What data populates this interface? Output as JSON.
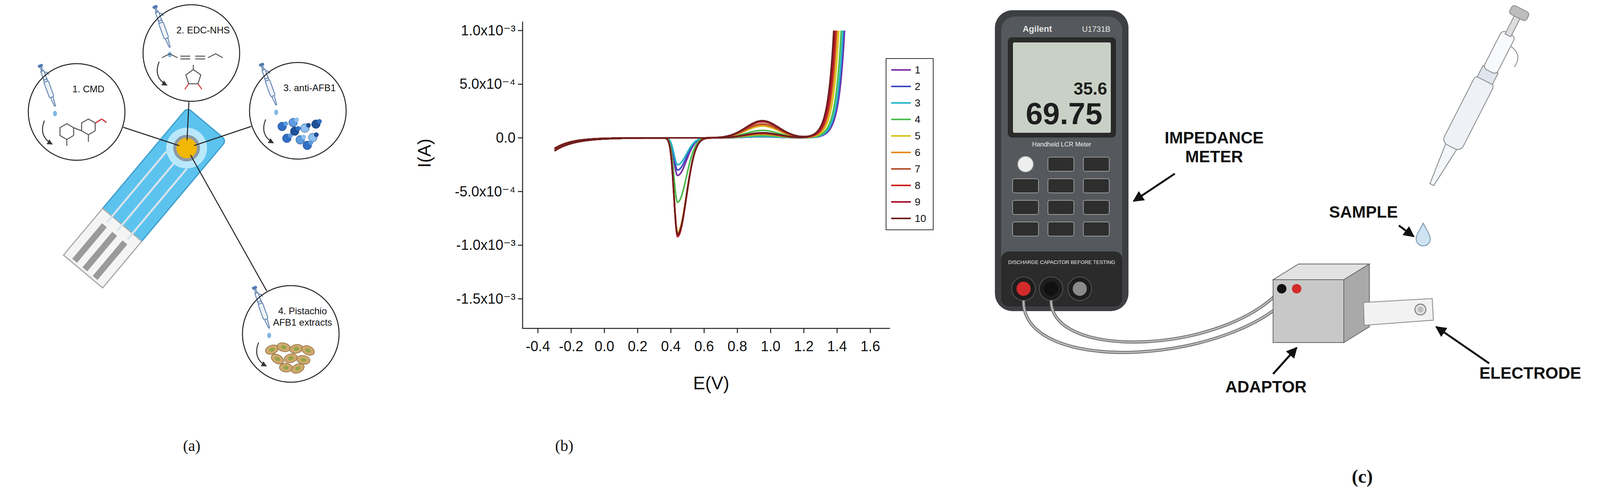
{
  "diagram": {
    "nodes": [
      {
        "text": [
          "1. CMD"
        ]
      },
      {
        "text": [
          "2. EDC-NHS"
        ]
      },
      {
        "text": [
          "3. anti-AFB1"
        ]
      },
      {
        "text": [
          "4. Pistachio AFB1 extracts"
        ]
      }
    ],
    "labels": [
      "(a)",
      "1.0x10⁻³",
      "5.0x10⁻⁴",
      "0.0",
      "-5.0x10⁻⁴",
      "-1.0x10⁻³",
      "-1.5x10⁻³",
      "I(A)",
      "-0.4",
      "-0.2",
      "0.0",
      "0.2",
      "0.4",
      "0.6",
      "0.8",
      "1.0",
      "1.2",
      "1.4",
      "1.6",
      "E(V)",
      "(b)",
      "Agilent",
      "U1731B",
      "35.6",
      "69.75",
      "Handheld LCR Meter",
      "DISCHARGE CAPACITOR BEFORE TESTING",
      "IMPEDANCE METER",
      "SAMPLE",
      "ELECTRODE",
      "ADAPTOR",
      "(c)"
    ],
    "legend": [
      {
        "text": "1",
        "color": "#7b2fa8"
      },
      {
        "text": "2",
        "color": "#3b4cc0"
      },
      {
        "text": "3",
        "color": "#26b5c8"
      },
      {
        "text": "4",
        "color": "#4cbb4c"
      },
      {
        "text": "5",
        "color": "#d6c21a"
      },
      {
        "text": "6",
        "color": "#e8891c"
      },
      {
        "text": "7",
        "color": "#b0502c"
      },
      {
        "text": "8",
        "color": "#d01f1f"
      },
      {
        "text": "9",
        "color": "#a8122e"
      },
      {
        "text": "10",
        "color": "#6e1f1f"
      }
    ]
  }
}
